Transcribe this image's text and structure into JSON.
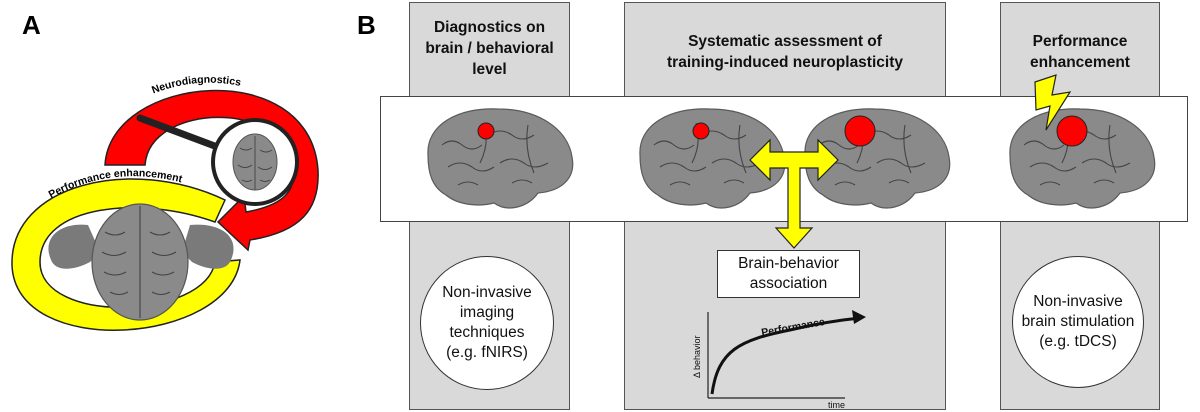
{
  "panel_a": {
    "letter": "A",
    "red_arc_label": "Neurodiagnostics",
    "yellow_arc_label": "Performance enhancement"
  },
  "panel_b": {
    "letter": "B",
    "columns": [
      {
        "title_lines": [
          "Diagnostics on",
          "brain / behavioral",
          "level"
        ],
        "oval_lines": [
          "Non-invasive",
          "imaging",
          "techniques",
          "(e.g. fNIRS)"
        ]
      },
      {
        "title_lines": [
          "Systematic assessment of",
          "training-induced neuroplasticity"
        ],
        "box_lines": [
          "Brain-behavior",
          "association"
        ]
      },
      {
        "title_lines": [
          "Performance",
          "enhancement"
        ],
        "oval_lines": [
          "Non-invasive",
          "brain stimulation",
          "(e.g. tDCS)"
        ]
      }
    ],
    "graph": {
      "curve_label": "Performance",
      "y_axis_label": "Δ behavior",
      "x_axis_label": "time"
    }
  },
  "colors": {
    "red": "#ff0000",
    "yellow": "#ffff00",
    "column_gray": "#d9d9d9",
    "brain_gray": "#8a8a8a"
  }
}
